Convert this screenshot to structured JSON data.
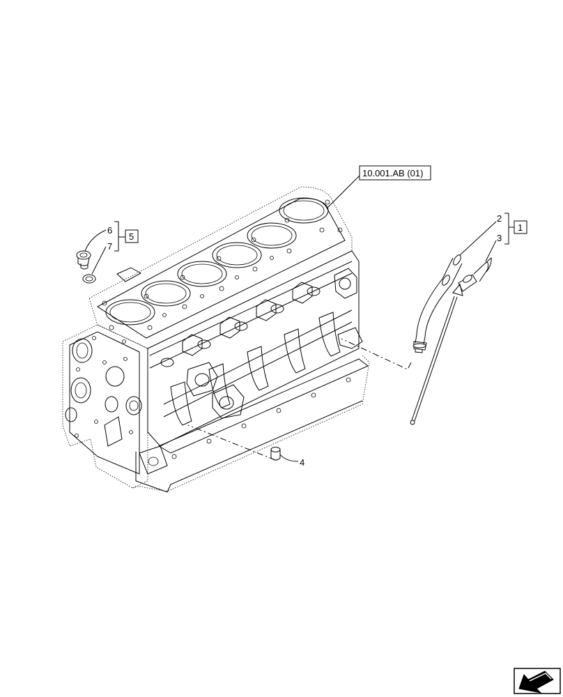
{
  "callouts": {
    "ref_box": "10.001.AB (01)",
    "c1": "1",
    "c2": "2",
    "c3": "3",
    "c4": "4",
    "c5": "5",
    "c6": "6",
    "c7": "7"
  },
  "icons": {
    "nav": "arrow-icon"
  }
}
